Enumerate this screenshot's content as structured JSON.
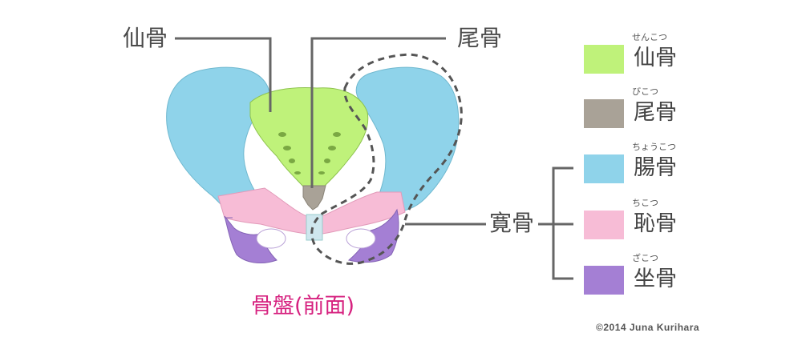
{
  "labels": {
    "sacrum": "仙骨",
    "coccyx": "尾骨",
    "hip_bone": "寛骨"
  },
  "caption": "骨盤(前面)",
  "copyright": "©2014 Juna Kurihara",
  "legend": [
    {
      "reading": "せんこつ",
      "name": "仙骨",
      "color": "#bff27a"
    },
    {
      "reading": "びこつ",
      "name": "尾骨",
      "color": "#a9a297"
    },
    {
      "reading": "ちょうこつ",
      "name": "腸骨",
      "color": "#8fd3ea"
    },
    {
      "reading": "ちこつ",
      "name": "恥骨",
      "color": "#f7bcd6"
    },
    {
      "reading": "ざこつ",
      "name": "坐骨",
      "color": "#a47fd4"
    }
  ]
}
